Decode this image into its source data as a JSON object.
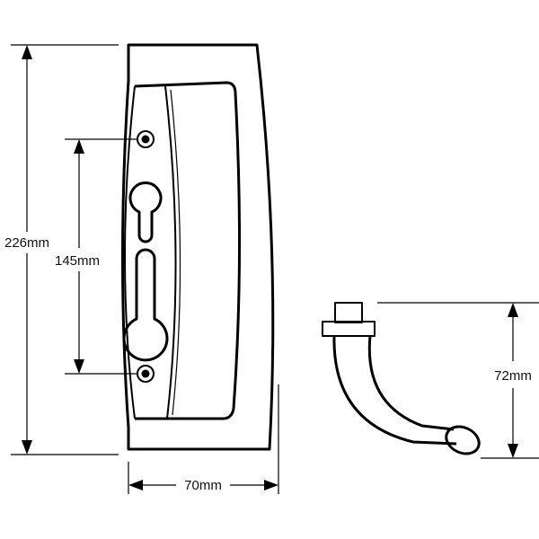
{
  "dimensions": {
    "overall_height": "226mm",
    "fixing_centres": "145mm",
    "width": "70mm",
    "projection": "72mm"
  },
  "colors": {
    "line": "#000000",
    "background": "#ffffff"
  }
}
